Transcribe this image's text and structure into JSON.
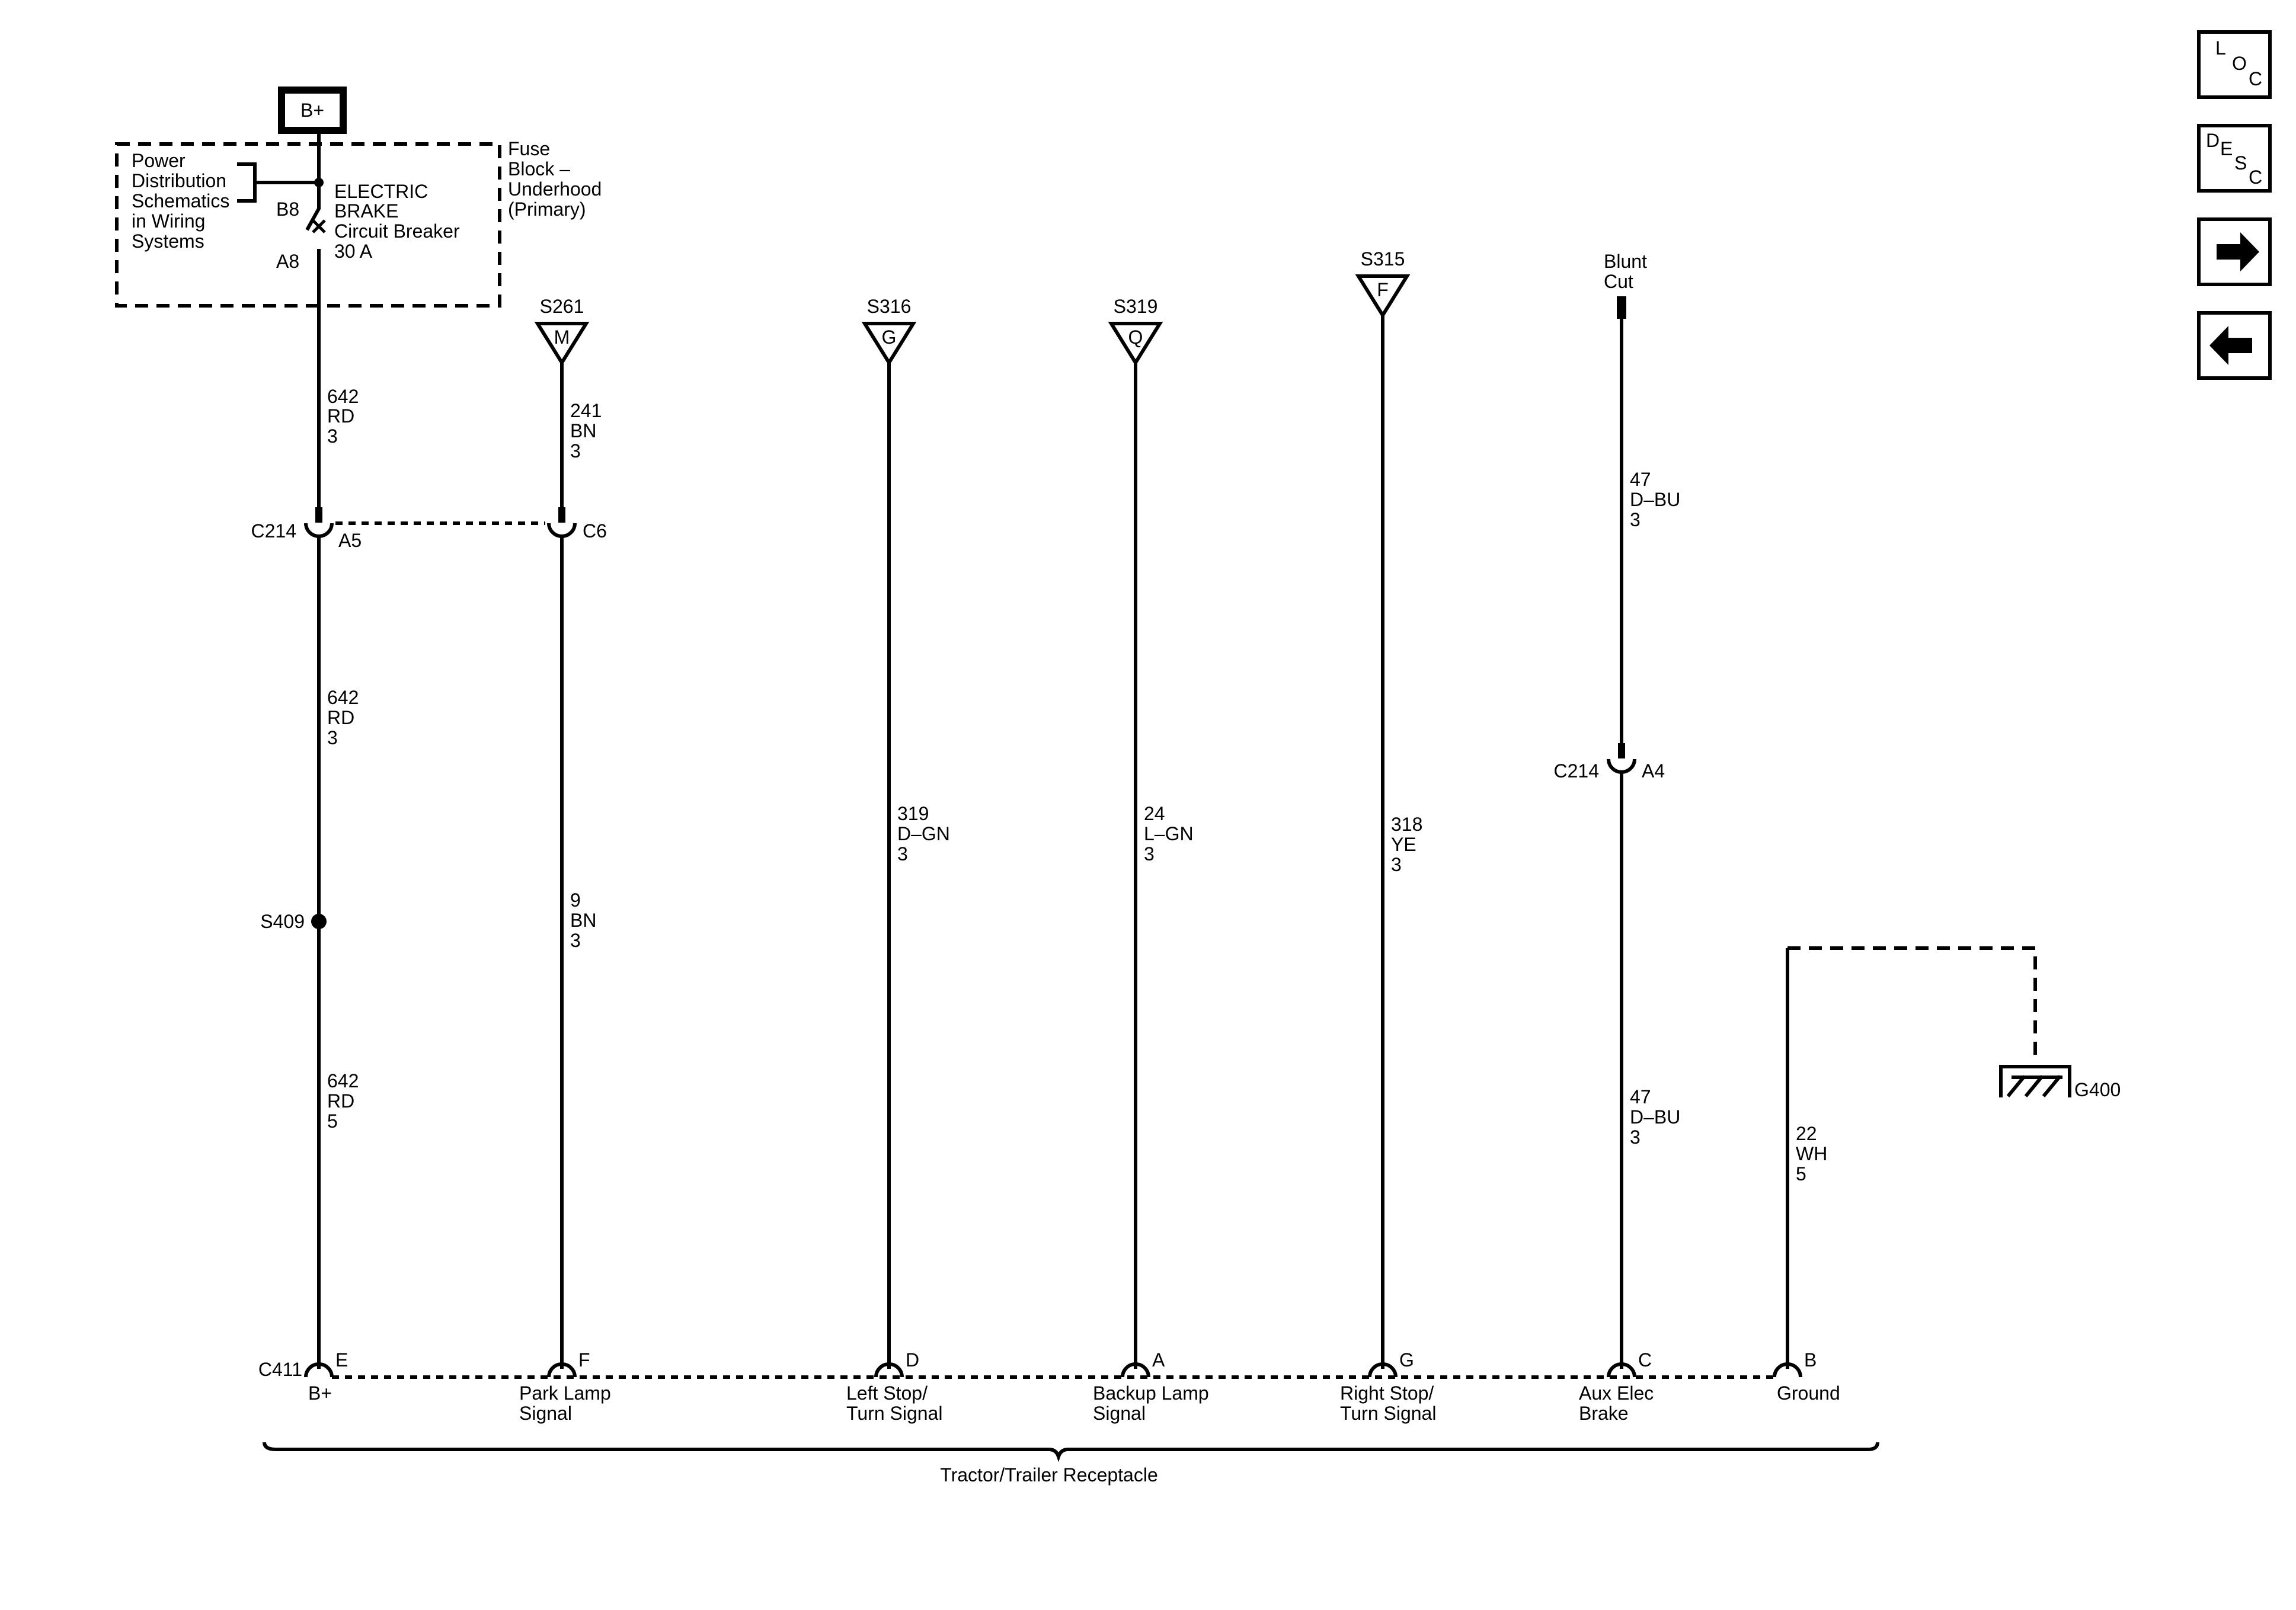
{
  "power_source": {
    "label": "B+"
  },
  "fuse_block": {
    "note": [
      "Power",
      "Distribution",
      "Schematics",
      "in Wiring",
      "Systems"
    ],
    "name": [
      "Fuse",
      "Block –",
      "Underhood",
      "(Primary)"
    ],
    "breaker": [
      "ELECTRIC",
      "BRAKE",
      "Circuit Breaker",
      "30 A"
    ],
    "pin_in": "B8",
    "pin_out": "A8"
  },
  "wires": {
    "w642_upper": [
      "642",
      "RD",
      "3"
    ],
    "w642_mid": [
      "642",
      "RD",
      "3"
    ],
    "w642_lower": [
      "642",
      "RD",
      "5"
    ],
    "w241": [
      "241",
      "BN",
      "3"
    ],
    "w9": [
      "9",
      "BN",
      "3"
    ],
    "w319": [
      "319",
      "D–GN",
      "3"
    ],
    "w24": [
      "24",
      "L–GN",
      "3"
    ],
    "w318": [
      "318",
      "YE",
      "3"
    ],
    "w47_upper": [
      "47",
      "D–BU",
      "3"
    ],
    "w47_lower": [
      "47",
      "D–BU",
      "3"
    ],
    "w22": [
      "22",
      "WH",
      "5"
    ]
  },
  "splices": {
    "s261": {
      "name": "S261",
      "pin": "M"
    },
    "s316": {
      "name": "S316",
      "pin": "G"
    },
    "s319": {
      "name": "S319",
      "pin": "Q"
    },
    "s315": {
      "name": "S315",
      "pin": "F"
    },
    "s409": {
      "name": "S409"
    }
  },
  "blunt_cut": [
    "Blunt",
    "Cut"
  ],
  "connectors": {
    "c214_a5": {
      "name": "C214",
      "pin": "A5"
    },
    "c214_c6": {
      "pin": "C6"
    },
    "c214_a4": {
      "name": "C214",
      "pin": "A4"
    },
    "c411": {
      "name": "C411"
    }
  },
  "ground": {
    "name": "G400"
  },
  "receptacle": {
    "title": "Tractor/Trailer Receptacle",
    "pins": [
      {
        "pin": "E",
        "label": [
          "B+"
        ]
      },
      {
        "pin": "F",
        "label": [
          "Park Lamp",
          "Signal"
        ]
      },
      {
        "pin": "D",
        "label": [
          "Left Stop/",
          "Turn Signal"
        ]
      },
      {
        "pin": "A",
        "label": [
          "Backup Lamp",
          "Signal"
        ]
      },
      {
        "pin": "G",
        "label": [
          "Right Stop/",
          "Turn Signal"
        ]
      },
      {
        "pin": "C",
        "label": [
          "Aux Elec",
          "Brake"
        ]
      },
      {
        "pin": "B",
        "label": [
          "Ground"
        ]
      }
    ]
  },
  "nav": {
    "loc": [
      "L",
      "O",
      "C"
    ],
    "desc": [
      "D",
      "E",
      "S",
      "C"
    ]
  }
}
